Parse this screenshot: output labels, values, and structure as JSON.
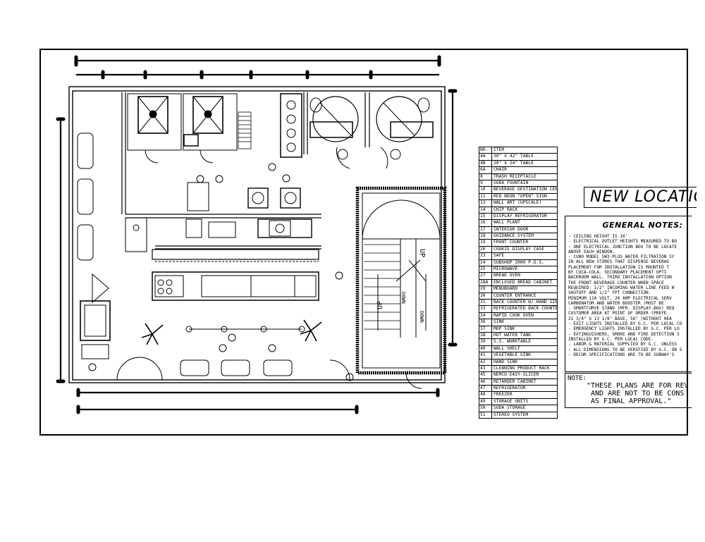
{
  "legend": {
    "header_no": "NO.",
    "header_item": "ITEM",
    "items": [
      {
        "no": "4A",
        "item": "30\" X 42\" TABLE"
      },
      {
        "no": "4B",
        "item": "20\" X 24\" TABLE"
      },
      {
        "no": "6A",
        "item": "CHAIR"
      },
      {
        "no": "8",
        "item": "TRASH RECEPTACLE"
      },
      {
        "no": "9",
        "item": "SODA FOUNTAIN"
      },
      {
        "no": "10",
        "item": "BEVERAGE DESTINATION CENTER"
      },
      {
        "no": "11",
        "item": "RED NEON \"OPEN\" SIGN"
      },
      {
        "no": "13",
        "item": "WALL ART (UPSCALE)"
      },
      {
        "no": "14",
        "item": "CHIP RACK"
      },
      {
        "no": "15",
        "item": "DISPLAY REFRIGERATOR"
      },
      {
        "no": "16",
        "item": "WALL PLANT"
      },
      {
        "no": "17",
        "item": "INTERIOR DOOR"
      },
      {
        "no": "18",
        "item": "GUIDANCE SYSTEM"
      },
      {
        "no": "19",
        "item": "FRONT COUNTER"
      },
      {
        "no": "20",
        "item": "COOKIE DISPLAY CASE"
      },
      {
        "no": "23",
        "item": "SAFE"
      },
      {
        "no": "24",
        "item": "SUBSHOP 2000 P.O.S."
      },
      {
        "no": "25",
        "item": "MICROWAVE"
      },
      {
        "no": "27",
        "item": "BREAD OVEN"
      },
      {
        "no": "28A",
        "item": "ENCLOSED BREAD CABINET"
      },
      {
        "no": "29",
        "item": "MENUBOARD"
      },
      {
        "no": "30",
        "item": "COUNTER ENTRANCE"
      },
      {
        "no": "31",
        "item": "BACK COUNTER W/ HAND SINK"
      },
      {
        "no": "33",
        "item": "REFRIGERATED BACK COUNTER"
      },
      {
        "no": "34",
        "item": "RAPID COOK OVEN"
      },
      {
        "no": "36",
        "item": "SINK"
      },
      {
        "no": "37",
        "item": "MOP SINK"
      },
      {
        "no": "38",
        "item": "HOT WATER TANK"
      },
      {
        "no": "39",
        "item": "S.S. WORKTABLE"
      },
      {
        "no": "40",
        "item": "WALL SHELF"
      },
      {
        "no": "41",
        "item": "VEGETABLE SINK"
      },
      {
        "no": "42",
        "item": "HAND SINK"
      },
      {
        "no": "43",
        "item": "CLEANING PRODUCT RACK"
      },
      {
        "no": "45",
        "item": "NEMCO EASY-SLICER"
      },
      {
        "no": "46",
        "item": "RETARDER CABINET"
      },
      {
        "no": "47",
        "item": "REFRIGERATOR"
      },
      {
        "no": "48",
        "item": "FREEZER"
      },
      {
        "no": "49",
        "item": "STORAGE UNITS"
      },
      {
        "no": "50",
        "item": "SODA STORAGE"
      },
      {
        "no": "51",
        "item": "STEREO SYSTEM"
      }
    ]
  },
  "title_block": {
    "new_location": "NEW LOCATIO"
  },
  "general_notes": {
    "title": "GENERAL NOTES:",
    "lines": [
      "- CEILING HEIGHT IS 10'",
      "- ELECTRICAL OUTLET HEIGHTS MEASURED TO BO",
      "- ONE ELECTRICAL JUNCTION BOX TO BE LOCATE",
      "  ABOVE EACH WINDOW.",
      "- CUNO MODEL SW3-PLUS WATER FILTRATION SY",
      "  IN ALL NEW STORES THAT DISPENSE BEVERAG",
      "  PLACEMENT FOR INSTALLATION IS MOUNTED T",
      "  BY COCA-COLA. SECONDARY PLACEMENT OPTI",
      "  BACKROOM WALL. THIRD INSTALLATION OPTION",
      "  THE FRONT BEVERAGE COUNTER WHEN SPACE",
      "  REQUIRED: 1/2\" INCOMING WATER LINE FEED W",
      "  SHUTOFF AND 1/2\" FPT CONNECTION.",
      "  MINIMUM 110 VOLT, 20 AMP ELECTRICAL SERV",
      "  CARBONATOR AND WATER BOOSTER (MUST BE",
      "- SMARTCURVE STAND (MFR. DISPLAY-BOX) REQ",
      "  CUSTOMER AREA AT POINT OF ORDER (PREFE",
      "  21 3/4\" X 13 1/8\" BASE, 56\" (WITHOUT HEA",
      "- EXIT LIGHTS INSTALLED BY G.C. PER LOCAL CO",
      "- EMERGENCY LIGHTS INSTALLED BY G.C. PER LO",
      "- EXTINGUISHERS, SMOKE AND FIRE DETECTION S",
      "  INSTALLED BY G.C. PER LOCAL CODE.",
      "- LABOR & MATERIAL SUPPLIED BY G.C. UNLESS",
      "- ALL DIMENSIONS TO BE VERIFIED BY G.C. ON S",
      "- DECOR SPECIFICATIONS ARE TO BE SUBWAY'S"
    ]
  },
  "note": {
    "label": "NOTE:",
    "lines": [
      "\"THESE PLANS ARE FOR REV",
      "AND ARE NOT TO BE CONS",
      "AS FINAL APPROVAL.\""
    ]
  },
  "plan": {
    "stair_up_top": "UP",
    "stair_down": "DOWN",
    "stair_up_left": "UP",
    "stair_down_right": "DOWN"
  }
}
